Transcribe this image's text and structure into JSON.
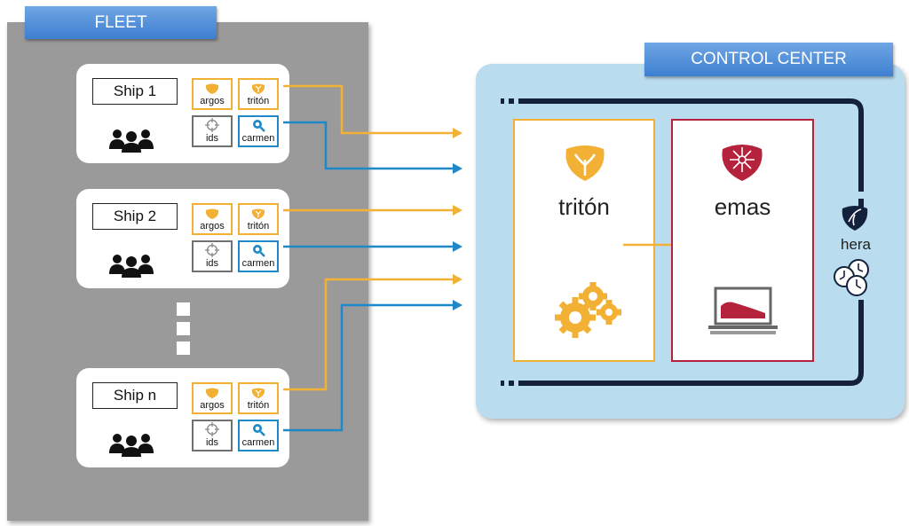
{
  "fleet": {
    "title": "FLEET",
    "ships": [
      {
        "name": "Ship 1",
        "tools": [
          "argos",
          "tritón",
          "ids",
          "carmen"
        ]
      },
      {
        "name": "Ship 2",
        "tools": [
          "argos",
          "tritón",
          "ids",
          "carmen"
        ]
      },
      {
        "name": "Ship n",
        "tools": [
          "argos",
          "tritón",
          "ids",
          "carmen"
        ]
      }
    ]
  },
  "control_center": {
    "title": "CONTROL CENTER",
    "triton_label": "tritón",
    "emas_label": "emas",
    "hera_label": "hera"
  },
  "colors": {
    "orange": "#f2b134",
    "blue": "#1e88c9",
    "crimson": "#b5223c",
    "navy": "#14213d",
    "tab_blue": "#4a8bd6",
    "panel_light_blue": "#b9dcee",
    "fleet_grey": "#9a9a9a"
  }
}
